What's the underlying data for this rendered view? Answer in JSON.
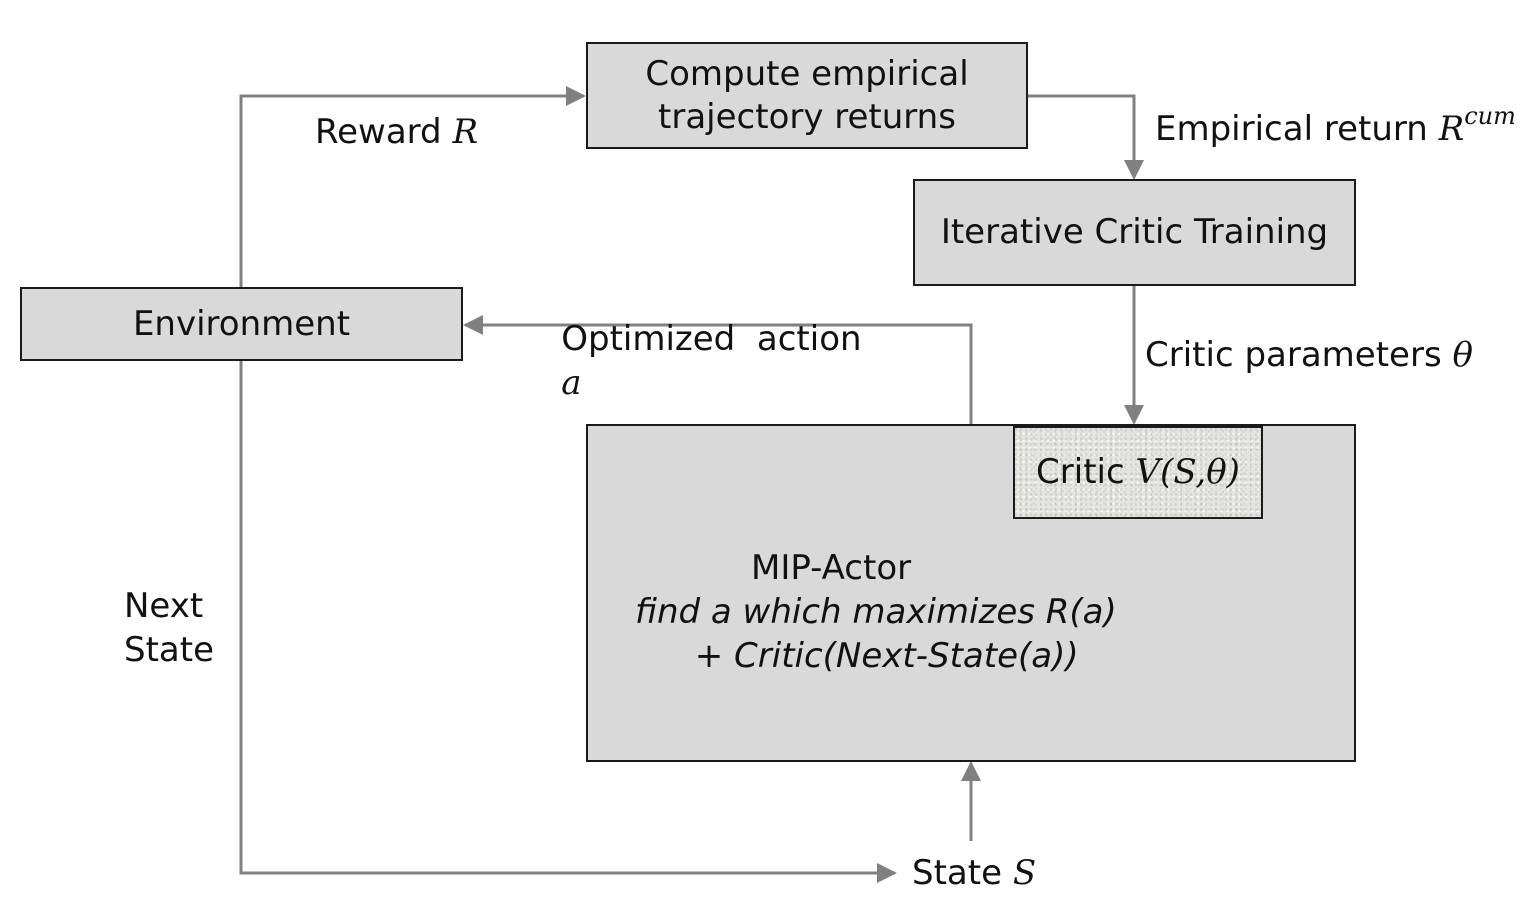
{
  "boxes": {
    "compute_returns": "Compute empirical\ntrajectory returns",
    "critic_training": "Iterative Critic Training",
    "environment": "Environment",
    "critic": {
      "text": "Critic",
      "symbol": "V(S,θ)"
    },
    "mip_actor": {
      "title": "MIP-Actor",
      "objective": "find a which maximizes R(a)\n  + Critic(Next-State(a))"
    }
  },
  "edges": {
    "reward": {
      "text": "Reward",
      "symbol": "R"
    },
    "empirical_return": {
      "text": "Empirical return",
      "symbol": "R",
      "superscript": "cum"
    },
    "critic_parameters": {
      "text": "Critic parameters",
      "symbol": "θ"
    },
    "optimized_action": {
      "text": "Optimized  action",
      "symbol": "a"
    },
    "next_state": "Next\nState",
    "state": {
      "text": "State",
      "symbol": "S"
    }
  },
  "colors": {
    "box_fill": "#d9d9d9",
    "box_border": "#1a1a1a",
    "arrow": "#808080"
  }
}
